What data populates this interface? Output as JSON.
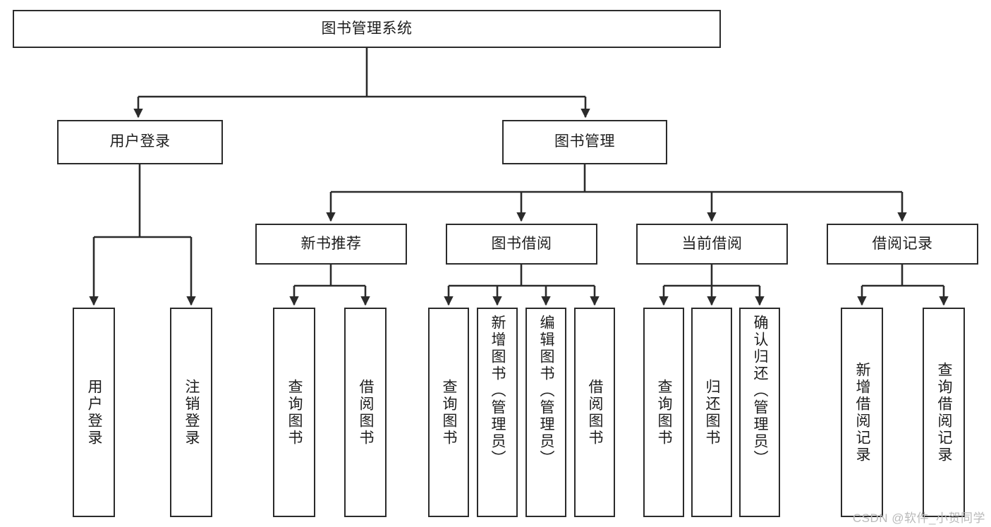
{
  "diagram": {
    "title": "图书管理系统",
    "type": "tree-hierarchy-diagram",
    "root": {
      "id": "root",
      "label": "图书管理系统"
    },
    "level2": [
      {
        "id": "user-login",
        "label": "用户登录"
      },
      {
        "id": "book-manage",
        "label": "图书管理"
      }
    ],
    "level3": [
      {
        "id": "new-book-recommend",
        "label": "新书推荐"
      },
      {
        "id": "book-borrow",
        "label": "图书借阅"
      },
      {
        "id": "current-borrow",
        "label": "当前借阅"
      },
      {
        "id": "borrow-record",
        "label": "借阅记录"
      }
    ],
    "leaves": [
      {
        "id": "leaf-user-login",
        "label": "用户登录",
        "parent": "user-login"
      },
      {
        "id": "leaf-logout-login",
        "label": "注销登录",
        "parent": "user-login"
      },
      {
        "id": "leaf-query-book-1",
        "label": "查询图书",
        "parent": "new-book-recommend"
      },
      {
        "id": "leaf-borrow-book-1",
        "label": "借阅图书",
        "parent": "new-book-recommend"
      },
      {
        "id": "leaf-query-book-2",
        "label": "查询图书",
        "parent": "book-borrow"
      },
      {
        "id": "leaf-add-book-admin",
        "label": "新增图书（管理员）",
        "parent": "book-borrow"
      },
      {
        "id": "leaf-edit-book-admin",
        "label": "编辑图书（管理员）",
        "parent": "book-borrow"
      },
      {
        "id": "leaf-borrow-book-2",
        "label": "借阅图书",
        "parent": "book-borrow"
      },
      {
        "id": "leaf-query-book-3",
        "label": "查询图书",
        "parent": "current-borrow"
      },
      {
        "id": "leaf-return-book",
        "label": "归还图书",
        "parent": "current-borrow"
      },
      {
        "id": "leaf-confirm-return-admin",
        "label": "确认归还（管理员）",
        "parent": "current-borrow"
      },
      {
        "id": "leaf-add-borrow-record",
        "label": "新增借阅记录",
        "parent": "borrow-record"
      },
      {
        "id": "leaf-query-borrow-record",
        "label": "查询借阅记录",
        "parent": "borrow-record"
      }
    ],
    "colors": {
      "stroke": "#2b2b2b",
      "fill": "#ffffff",
      "text": "#1d1d1d",
      "watermark": "#b9b9b9"
    }
  },
  "watermark": {
    "text": "CSDN @软件_小贺同学"
  }
}
